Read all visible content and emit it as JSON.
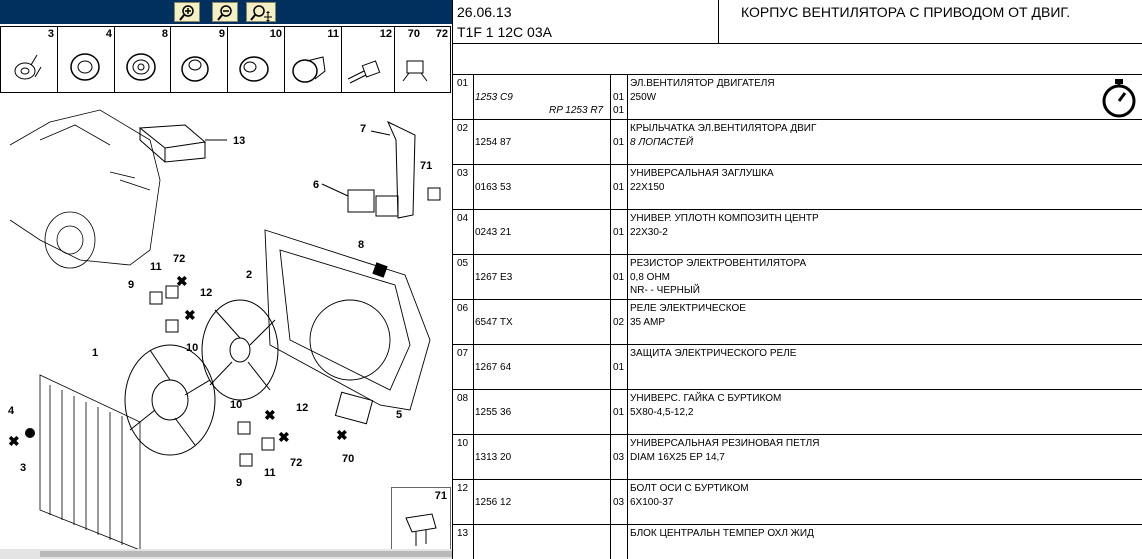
{
  "toolbar": {
    "buttons": [
      {
        "name": "zoom-in",
        "icon": "zoom-in-icon"
      },
      {
        "name": "zoom-out",
        "icon": "zoom-out-icon"
      },
      {
        "name": "zoom-move",
        "icon": "zoom-pan-icon"
      }
    ],
    "bg_color": "#00305e",
    "button_color": "#f4efc4"
  },
  "thumbnails": [
    "3",
    "4",
    "8",
    "9",
    "10",
    "11",
    "12",
    "70",
    "72"
  ],
  "diagram": {
    "callouts": [
      "13",
      "7",
      "6",
      "71",
      "8",
      "72",
      "11",
      "9",
      "12",
      "10",
      "2",
      "1",
      "4",
      "3",
      "10",
      "12",
      "5",
      "70",
      "9",
      "11",
      "72"
    ],
    "inset_label": "71"
  },
  "header": {
    "date": "26.06.13",
    "code": "T1F 1 12C 03A",
    "title": "КОРПУС ВЕНТИЛЯТОРА С ПРИВОДОМ ОТ ДВИГ."
  },
  "parts": [
    {
      "no": "01",
      "ref": "1253 C9",
      "ref_italic": true,
      "ref2": "RP 1253 R7",
      "qty": "01",
      "qty2": "01",
      "desc": "ЭЛ.ВЕНТИЛЯТОР ДВИГАТЕЛЯ",
      "spec": "250W",
      "spec_italic": false,
      "spec2": ""
    },
    {
      "no": "02",
      "ref": "1254 87",
      "ref_italic": false,
      "ref2": "",
      "qty": "01",
      "qty2": "",
      "desc": "КРЫЛЬЧАТКА ЭЛ.ВЕНТИЛЯТОРА ДВИГ",
      "spec": "8 ЛОПАСТЕЙ",
      "spec_italic": true,
      "spec2": ""
    },
    {
      "no": "03",
      "ref": "0163 53",
      "ref_italic": false,
      "ref2": "",
      "qty": "01",
      "qty2": "",
      "desc": "УНИВЕРСАЛЬНАЯ ЗАГЛУШКА",
      "spec": "22X150",
      "spec_italic": false,
      "spec2": ""
    },
    {
      "no": "04",
      "ref": "0243 21",
      "ref_italic": false,
      "ref2": "",
      "qty": "01",
      "qty2": "",
      "desc": "УНИВЕР. УПЛОТН КОМПОЗИТН ЦЕНТР",
      "spec": "22X30-2",
      "spec_italic": false,
      "spec2": ""
    },
    {
      "no": "05",
      "ref": "1267 E3",
      "ref_italic": false,
      "ref2": "",
      "qty": "01",
      "qty2": "",
      "desc": "РЕЗИСТОР ЭЛЕКТРОВЕНТИЛЯТОРА",
      "spec": "0,8 OHM",
      "spec_italic": false,
      "spec2": "NR- - ЧЕРНЫЙ"
    },
    {
      "no": "06",
      "ref": "6547 TX",
      "ref_italic": false,
      "ref2": "",
      "qty": "02",
      "qty2": "",
      "desc": "РЕЛЕ ЭЛЕКТРИЧЕСКОЕ",
      "spec": "35 AMP",
      "spec_italic": false,
      "spec2": ""
    },
    {
      "no": "07",
      "ref": "1267 64",
      "ref_italic": false,
      "ref2": "",
      "qty": "01",
      "qty2": "",
      "desc": "ЗАЩИТА ЭЛЕКТРИЧЕСКОГО РЕЛЕ",
      "spec": "",
      "spec_italic": false,
      "spec2": ""
    },
    {
      "no": "08",
      "ref": "1255 36",
      "ref_italic": false,
      "ref2": "",
      "qty": "01",
      "qty2": "",
      "desc": "УНИВЕРС. ГАЙКА С БУРТИКОМ",
      "spec": "5X80-4,5-12,2",
      "spec_italic": false,
      "spec2": ""
    },
    {
      "no": "10",
      "ref": "1313 20",
      "ref_italic": false,
      "ref2": "",
      "qty": "03",
      "qty2": "",
      "desc": "УНИВЕРСАЛЬНАЯ РЕЗИНОВАЯ ПЕТЛЯ",
      "spec": "DIAM 16X25 EP 14,7",
      "spec_italic": false,
      "spec2": ""
    },
    {
      "no": "12",
      "ref": "1256 12",
      "ref_italic": false,
      "ref2": "",
      "qty": "03",
      "qty2": "",
      "desc": "БОЛТ ОСИ С БУРТИКОМ",
      "spec": "6X100-37",
      "spec_italic": false,
      "spec2": ""
    },
    {
      "no": "13",
      "ref": "",
      "ref_italic": false,
      "ref2": "",
      "qty": "",
      "qty2": "",
      "desc": "БЛОК ЦЕНТРАЛЬН ТЕМПЕР ОХЛ ЖИД",
      "spec": "",
      "spec_italic": false,
      "spec2": ""
    }
  ],
  "labor_time_icon": "stopwatch-icon"
}
